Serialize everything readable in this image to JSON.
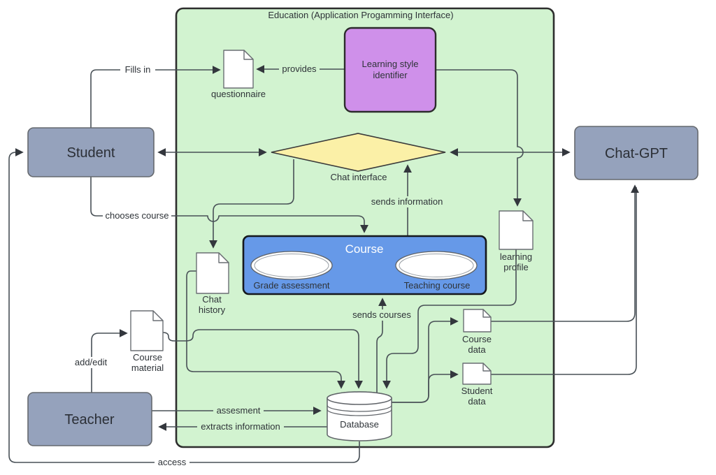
{
  "title": "Education (Application Progamming Interface)",
  "nodes": {
    "student": "Student",
    "teacher": "Teacher",
    "chatgpt": "Chat-GPT",
    "identifier_line1": "Learning style",
    "identifier_line2": "identifier",
    "chat_interface": "Chat interface",
    "course": "Course",
    "grade_assessment": "Grade assessment",
    "teaching_course": "Teaching course",
    "database": "Database",
    "questionnaire": "questionnaire",
    "chat_history_line1": "Chat",
    "chat_history_line2": "history",
    "learning_profile_line1": "learning",
    "learning_profile_line2": "profile",
    "course_material_line1": "Course",
    "course_material_line2": "material",
    "course_data_line1": "Course",
    "course_data_line2": "data",
    "student_data_line1": "Student",
    "student_data_line2": "data"
  },
  "edge_labels": {
    "fills_in": "Fills in",
    "provides": "provides",
    "chooses_course": "chooses course",
    "sends_information": "sends information",
    "sends_courses": "sends courses",
    "add_edit": "add/edit",
    "assesment": "assesment",
    "extracts_information": "extracts information",
    "access": "access"
  },
  "colors": {
    "container_fill": "#d2f3d0",
    "entity_fill": "#95a2bc",
    "identifier_fill": "#cf90ea",
    "diamond_fill": "#fbf0a7",
    "course_fill": "#6699e8",
    "line": "#485056"
  }
}
